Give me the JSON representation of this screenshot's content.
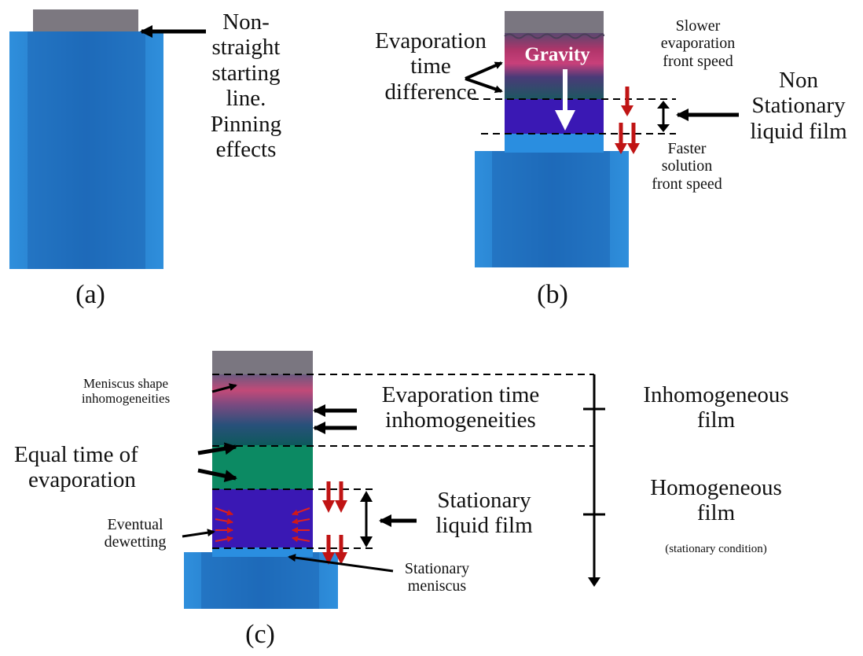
{
  "panel_a": {
    "label": "(a)",
    "note": [
      "Non-",
      "straight",
      "starting",
      "line.",
      "Pinning",
      "effects"
    ]
  },
  "panel_b": {
    "label": "(b)",
    "evap_diff": [
      "Evaporation",
      "time",
      "difference"
    ],
    "gravity": "Gravity",
    "slower": [
      "Slower",
      "evaporation",
      "front speed"
    ],
    "faster": [
      "Faster",
      "solution",
      "front speed"
    ],
    "non_stationary": [
      "Non",
      "Stationary",
      "liquid film"
    ]
  },
  "panel_c": {
    "label": "(c)",
    "meniscus_shape": [
      "Meniscus shape",
      "inhomogeneities"
    ],
    "evap_inhom": [
      "Evaporation time",
      "inhomogeneities"
    ],
    "equal_time": [
      "Equal time of",
      "evaporation"
    ],
    "dewetting": [
      "Eventual",
      "dewetting"
    ],
    "stationary_film": [
      "Stationary",
      "liquid film"
    ],
    "stationary_meniscus": [
      "Stationary",
      "meniscus"
    ],
    "inhomogeneous": [
      "Inhomogeneous",
      "film"
    ],
    "homogeneous": [
      "Homogeneous",
      "film"
    ],
    "condition": "(stationary condition)"
  },
  "colors": {
    "substrate": "#1f78c8",
    "substrate_light": "#3a9ae6",
    "top_gray": "#7c7880",
    "film_purple": "#3a18b4",
    "film_green": "#0c8a63",
    "arrow_red": "#c01414",
    "arrow_black": "#000000"
  }
}
